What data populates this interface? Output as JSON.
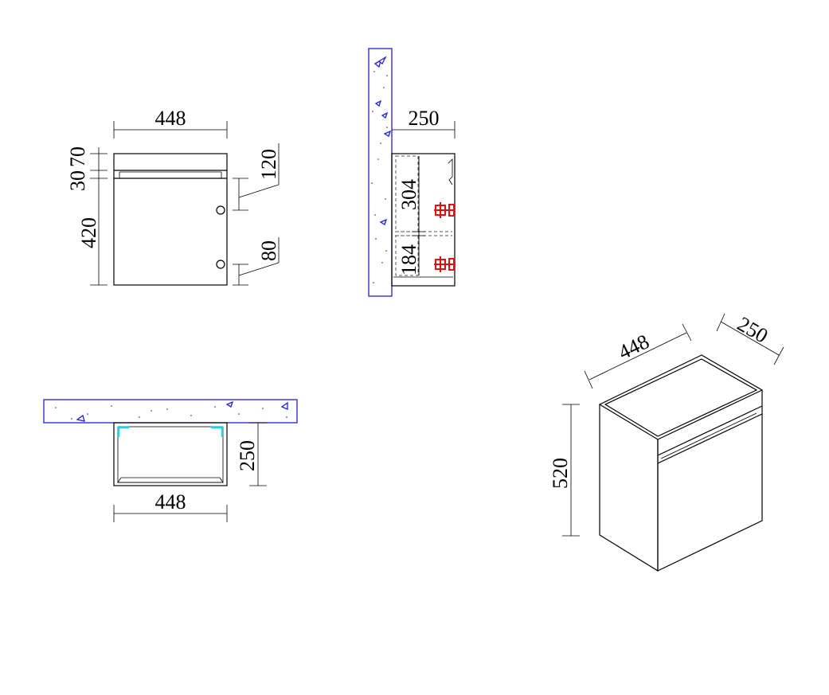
{
  "front_view": {
    "width": "448",
    "top_a": "30",
    "top_b": "70",
    "body_height": "420",
    "hole_upper": "120",
    "hole_lower": "80"
  },
  "side_view": {
    "depth": "250",
    "upper": "304",
    "lower": "184"
  },
  "top_view": {
    "depth": "250",
    "width": "448"
  },
  "iso_view": {
    "width": "448",
    "depth": "250",
    "height": "520"
  },
  "colors": {
    "wall": "#1f1fd6",
    "hardware": "#e01010",
    "edge": "#12d6e6",
    "line": "#000000"
  }
}
